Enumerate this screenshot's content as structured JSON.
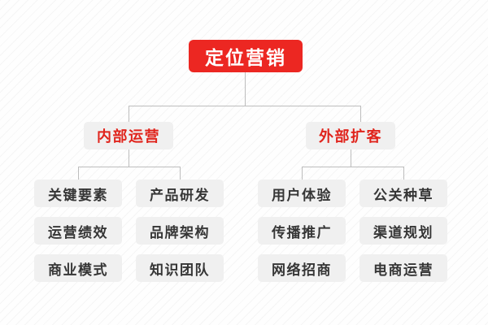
{
  "diagram": {
    "type": "org-tree",
    "root": {
      "label": "定位营销",
      "fill": "#ec2722",
      "text_color": "#ffffff"
    },
    "branches": [
      {
        "label": "内部运营",
        "fill": "#f0f0f0",
        "text_color": "#e0241c",
        "columns": [
          {
            "items": [
              "关键要素",
              "运营绩效",
              "商业模式"
            ]
          },
          {
            "items": [
              "产品研发",
              "品牌架构",
              "知识团队"
            ]
          }
        ]
      },
      {
        "label": "外部扩客",
        "fill": "#f0f0f0",
        "text_color": "#e0241c",
        "columns": [
          {
            "items": [
              "用户体验",
              "传播推广",
              "网络招商"
            ]
          },
          {
            "items": [
              "公关种草",
              "渠道规划",
              "电商运营"
            ]
          }
        ]
      }
    ],
    "leaf_style": {
      "fill": "#f0f0f0",
      "text_color": "#363636"
    },
    "connector_color": "#bdbdbd",
    "background_color": "#fefefe"
  }
}
